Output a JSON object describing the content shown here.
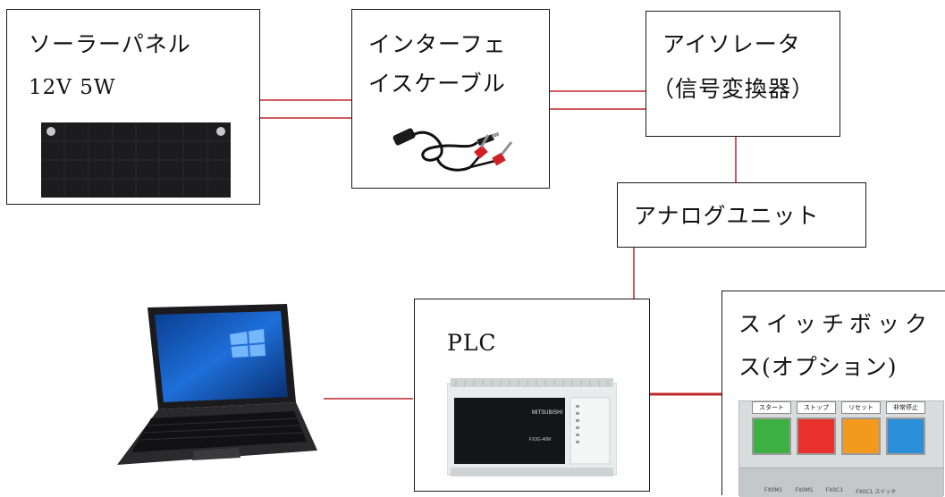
{
  "nodes": {
    "solar_panel": {
      "line1": "ソーラーパネル",
      "line2": "12V 5W"
    },
    "interface_cable": {
      "line1": "インターフェ",
      "line2": "イスケーブル"
    },
    "isolator": {
      "line1": "アイソレータ",
      "line2": "（信号変換器）"
    },
    "analog_unit": {
      "label": "アナログユニット"
    },
    "plc": {
      "label": "PLC",
      "brand_text": "MITSUBISHI",
      "model_text": "FX3G-40M"
    },
    "switch_box": {
      "line1": "スイッチボック",
      "line2": "ス(オプション)",
      "buttons": [
        {
          "label": "スタート",
          "color": "#3cb043"
        },
        {
          "label": "ストップ",
          "color": "#e8312a"
        },
        {
          "label": "リセット",
          "color": "#f39a1e"
        },
        {
          "label": "非常停止",
          "color": "#2a8fd8"
        }
      ],
      "bottom_labels": [
        "FX0M1",
        "FX0M1",
        "FX0C1",
        "FX0C1 スイッチ"
      ]
    }
  },
  "colors": {
    "wire": "#c0262c",
    "border": "#1a1a1a"
  }
}
